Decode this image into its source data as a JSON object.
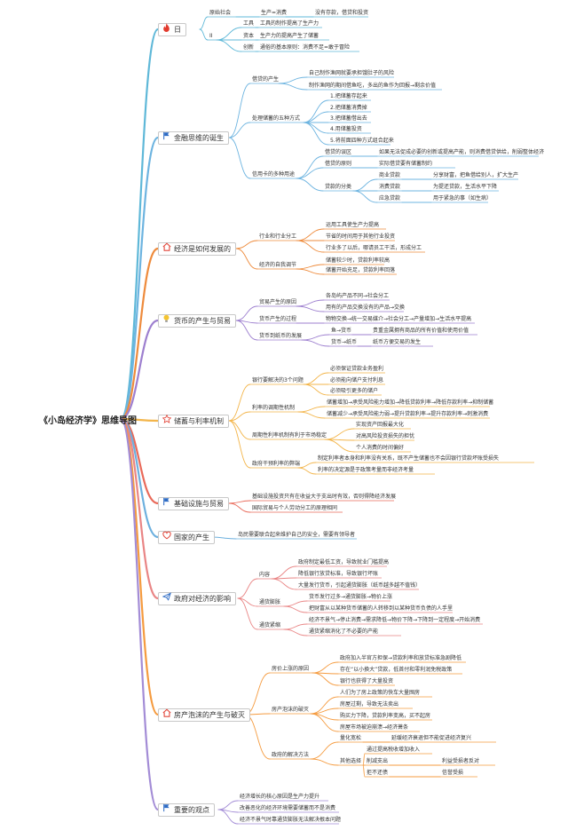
{
  "root": "《小岛经济学》思维导图",
  "colors": {
    "b1": "#5fb8d8",
    "b2": "#6db4e0",
    "b3": "#ee8b3c",
    "b4": "#9d7fcf",
    "b5": "#f3b54a",
    "b6": "#e96a5a",
    "b7": "#6db0de",
    "b8": "#e98585",
    "b9": "#f59b3f",
    "b10": "#a38cd6",
    "b11": "#5cc07a",
    "b12": "#6aa0dc"
  },
  "icons": {
    "b1": "fire-icon",
    "b2": "flag-icon",
    "b3": "home-icon",
    "b4": "lightbulb-icon",
    "b5": "star-icon",
    "b6": "flag-icon",
    "b7": "heart-icon",
    "b8": "paper-plane-icon",
    "b9": "home-icon",
    "b10": "flag-icon"
  },
  "branches": {
    "b1": {
      "label": "日",
      "c1": "原始社会",
      "c1a": "生产=消费",
      "c1a1": "没有存款，借贷和投资",
      "c2": "II",
      "c2a": "工具",
      "c2a1": "工具的制作提高了生产力",
      "c2b": "资本",
      "c2b1": "生产力的提高产生了储蓄",
      "c2c": "创新",
      "c2c1": "通俗的基本原则：消费不足=敢于冒险"
    },
    "b2": {
      "label": "金融思维的诞生",
      "c1": "借贷的产生",
      "c1a": "自己制作渔网就要承担饿肚子的风险",
      "c1b": "制作渔网的期间借鱼吃，多出的鱼作为回报→剩余价值",
      "c2": "处理储蓄的五种方式",
      "c2a": "1.把储蓄存起来",
      "c2b": "2.把储蓄消费掉",
      "c2c": "3.把储蓄借出去",
      "c2d": "4.用储蓄投资",
      "c2e": "5.将前面四种方式组合起来",
      "c3": "信用卡的多种用途",
      "c3a": "借贷的误区",
      "c3a1": "如果无法促成必要的创新或提高产能，则消费借贷供给，削弱整体经济",
      "c3b": "借贷的原则",
      "c3b1": "实际借贷要有储蓄制约",
      "c3c": "贷款的分类",
      "c3c1": "商业贷款",
      "c3c1a": "分享财富，把鱼借给别人，扩大生产",
      "c3c2": "消费贷款",
      "c3c2a": "为提还贷款，生活水平下降",
      "c3c3": "应急贷款",
      "c3c3a": "用于紧急的事（如生病）"
    },
    "b3": {
      "label": "经济是如何发展的",
      "c1": "行业和行业分工",
      "c1a": "运用工具使生产力提高",
      "c1b": "节省的时间用于其他行业投资",
      "c1c": "行业多了以后，哪请员工干活，形成分工",
      "c2": "经济的自我调节",
      "c2a": "储蓄较少时，贷款利率较高",
      "c2b": "储蓄开始充足，贷款利率回落"
    },
    "b4": {
      "label": "货币的产生与贸易",
      "c1": "贸易产生的原因",
      "c1a": "各岛屿产品不同→社会分工",
      "c1b": "用有的产品交换没有的产品→交换",
      "c2": "货币产生的过程",
      "c2a": "物物交换→统一交易媒介→社会分工→产量增加→生活水平提高",
      "c3": "货币到纸币的发展",
      "c3a": "鱼→货币",
      "c3a1": "贵重金属拥有商品的所有价值和使用价值",
      "c3b": "货币→纸币",
      "c3b1": "纸币方便交易的发生"
    },
    "b5": {
      "label": "储蓄与利率机制",
      "c1": "银行要解决的3个问题",
      "c1a": "必须保证贷款业务盈利",
      "c1b": "必须能向储户支付利息",
      "c1c": "必须吸引更多的储户",
      "c2": "利率的调期性机制",
      "c2a": "储蓄增加→承受风险能力增加→降低贷款利率→降低存款利率→抑制储蓄",
      "c2b": "储蓄减少→承受风险能力弱→提升贷款利率→提升存款利率→刺激消费",
      "c3": "周期性利率机制有利于市场稳定",
      "c3a": "实现资产回报最大化",
      "c3b": "对高风险投资损失的担忧",
      "c3c": "个人消费的时间偏好",
      "c4": "政府干预利率的弊端",
      "c4a": "制定利率者本身和利率没有关系，既不产生储蓄也不会因银行贷款坏账受损失",
      "c4b": "利率的决定源是于政策考量而非经济考量"
    },
    "b6": {
      "label": "基础设施与贸易",
      "c1": "基础设施投资只有在收益大于支出时有效，否则得降经济发展",
      "c2": "国际贸易与个人劳动分工的原理相同"
    },
    "b7": {
      "label": "国家的产生",
      "c1": "岛民需要联合起来维护自己的安全，需要有领导者"
    },
    "b8": {
      "label": "政府对经济的影响",
      "c1": "内容",
      "c1a": "政府制定最低工资，导致就业门槛提高",
      "c1b": "降低银行放贷标准，导致银行坏账",
      "c1c": "大量发行货币，引起通货膨胀（纸币越多越不值钱）",
      "c2": "通货膨胀",
      "c2a": "货币发行过多→通货膨胀→物价上涨",
      "c2b": "把财富从以某种货币储蓄的人转移到以某种货币负债的人手里",
      "c3": "通货紧缩",
      "c3a": "经济不景气→停止消费→需求降低→物价下降→下降到一定程度→开始消费",
      "c3b": "通货紧缩消化了不必要的产能"
    },
    "b9": {
      "label": "房产泡沫的产生与破灭",
      "c1": "房价上涨的原因",
      "c1a": "政府加入半官方担保→贷款利率和放贷标准急剧降低",
      "c1b": "存在“以小换大”贷款，低首付和零利润免税政策",
      "c1c": "银行也获得了大量投资",
      "c2": "房产泡沫的破灭",
      "c2a": "人们为了房上政策的快车大量囤房",
      "c2b": "房屋过剩，导致无法卖出",
      "c2c": "购买力下降，贷款利率变高，买不起房",
      "c2d": "房屋市场被迫崩溃→经济萧条",
      "c3": "政府的解决方法",
      "c3a": "量化宽松",
      "c3a1": "延缓经济衰退但不能促进经济复兴",
      "c3b": "其他选择",
      "c3b1": "通过提高税收增加收入",
      "c3b2": "削减支出",
      "c3b2a": "利益受损者反对",
      "c3b3": "拒不还债",
      "c3b3a": "信誉受损"
    },
    "b10": {
      "label": "重要的观点",
      "c1": "经济增长的核心原因是生产力提升",
      "c2": "改善恶化的经济环境需要储蓄而不是消费",
      "c3": "经济不景气时靠通货膨胀无法解决根本问题"
    }
  }
}
